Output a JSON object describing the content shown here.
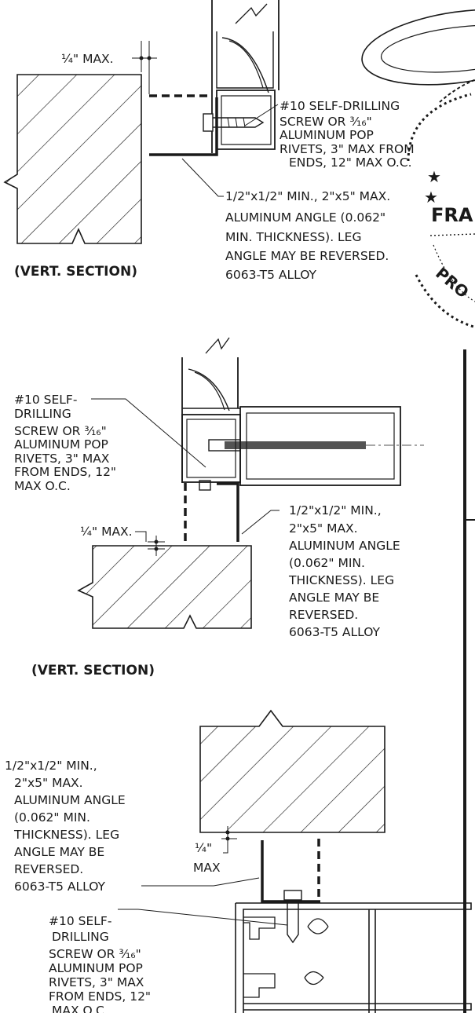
{
  "details": [
    {
      "gap_label": "¼\" MAX.",
      "anchor_note": [
        "#10 SELF-DRILLING",
        "SCREW OR ³⁄₁₆\"",
        "ALUMINUM POP",
        "RIVETS, 3\" MAX FROM",
        "ENDS, 12\" MAX O.C."
      ],
      "angle_note": [
        "1/2\"x1/2\" MIN., 2\"x5\" MAX.",
        "ALUMINUM ANGLE (0.062\"",
        "MIN. THICKNESS). LEG",
        "ANGLE MAY BE REVERSED.",
        "6063-T5 ALLOY"
      ],
      "view_label": "(VERT. SECTION)"
    },
    {
      "gap_label": "¼\" MAX.",
      "anchor_note": [
        "#10 SELF-",
        "DRILLING",
        "SCREW OR ³⁄₁₆\"",
        "ALUMINUM POP",
        "RIVETS, 3\" MAX",
        "FROM ENDS, 12\"",
        "MAX O.C."
      ],
      "angle_note": [
        "1/2\"x1/2\" MIN.,",
        "2\"x5\" MAX.",
        "ALUMINUM ANGLE",
        "(0.062\" MIN.",
        "THICKNESS). LEG",
        "ANGLE MAY BE",
        "REVERSED.",
        "6063-T5 ALLOY"
      ],
      "view_label": "(VERT. SECTION)"
    },
    {
      "gap_label": [
        "¼\"",
        "MAX"
      ],
      "angle_note": [
        "1/2\"x1/2\" MIN.,",
        "2\"x5\" MAX.",
        "ALUMINUM ANGLE",
        "(0.062\" MIN.",
        "THICKNESS). LEG",
        "ANGLE MAY BE",
        "REVERSED.",
        "6063-T5 ALLOY"
      ],
      "anchor_note": [
        "#10 SELF-",
        "DRILLING",
        "SCREW OR ³⁄₁₆\"",
        "ALUMINUM POP",
        "RIVETS, 3\" MAX",
        "FROM ENDS, 12\"",
        "MAX O.C."
      ]
    }
  ],
  "seal": {
    "text_name": "FRA",
    "text_arc": "PRO"
  }
}
